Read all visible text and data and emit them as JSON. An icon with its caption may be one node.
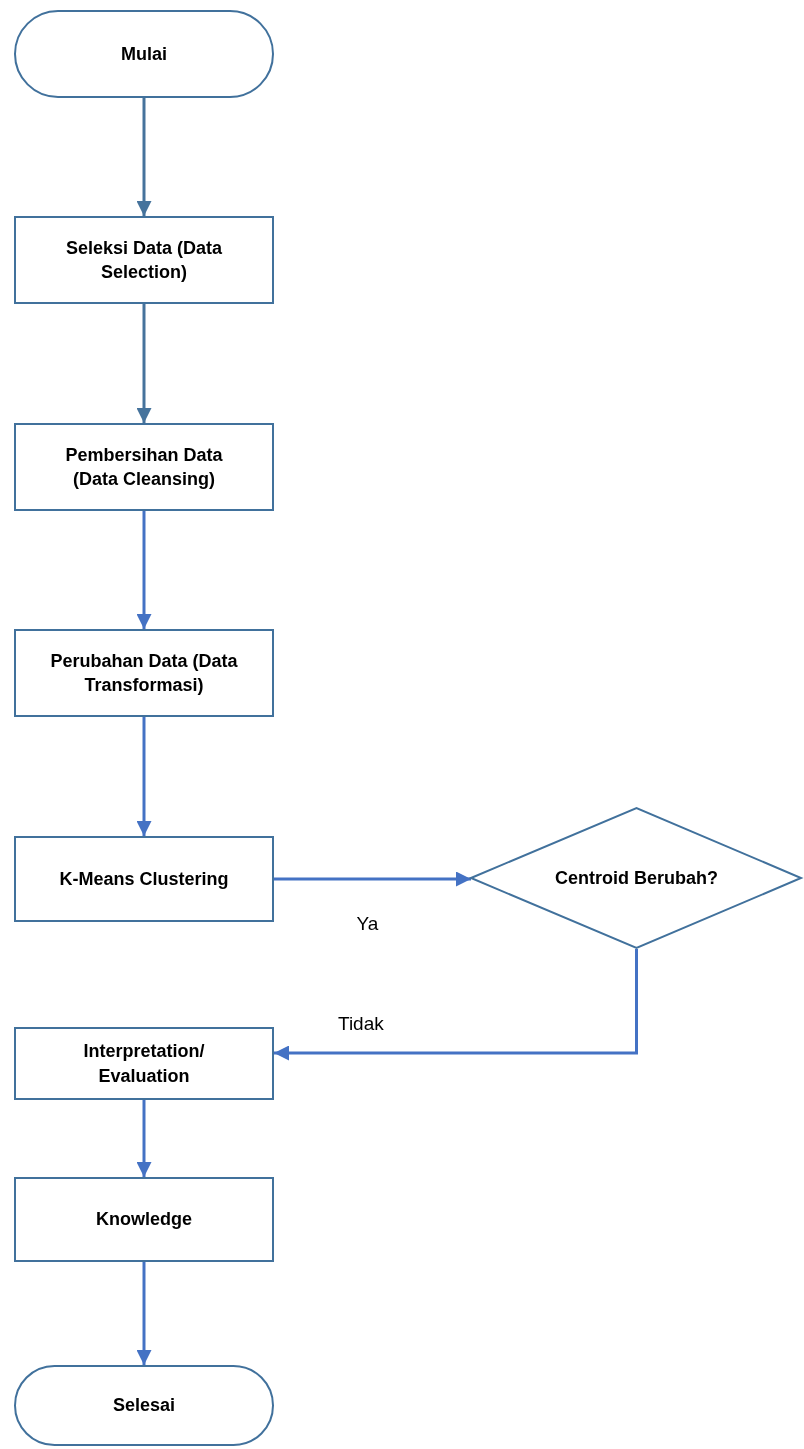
{
  "diagram": {
    "nodes": [
      {
        "text": [
          "Mulai"
        ]
      },
      {
        "text": [
          "Seleksi Data (Data Selection)"
        ]
      },
      {
        "text": [
          "Pembersihan Data (Data Cleansing)"
        ]
      },
      {
        "text": [
          "Perubahan Data (Data Transformasi)"
        ]
      },
      {
        "text": [
          "K-Means Clustering"
        ]
      },
      {
        "text": [
          "Centroid Berubah?"
        ]
      },
      {
        "text": [
          "Interpretation/ Evaluation"
        ]
      },
      {
        "text": [
          "Knowledge"
        ]
      },
      {
        "text": [
          "Selesai"
        ]
      }
    ],
    "edges": [
      {
        "from": 0,
        "to": 1,
        "arrow": "to",
        "color": "#46739c"
      },
      {
        "from": 1,
        "to": 2,
        "arrow": "to",
        "color": "#46739c"
      },
      {
        "from": 2,
        "to": 3,
        "arrow": "to"
      },
      {
        "from": 3,
        "to": 4,
        "arrow": "to"
      },
      {
        "from": 4,
        "to": 5,
        "arrow": "to",
        "label": "Ya"
      },
      {
        "from": 5,
        "to": 6,
        "arrow": "to",
        "label": "Tidak"
      },
      {
        "from": 6,
        "to": 7,
        "arrow": "to"
      },
      {
        "from": 7,
        "to": 8,
        "arrow": "to"
      }
    ]
  }
}
